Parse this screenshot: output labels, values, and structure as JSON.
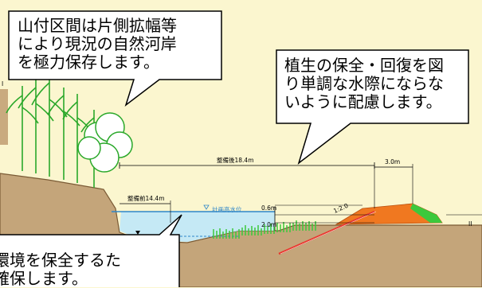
{
  "callouts": {
    "top_left": "山付区間は片側拡幅等\nにより現況の自然河岸\nを極力保存します。",
    "top_right": "植生の保全・回復を図\nり単調な水際にならな\nいように配慮します。",
    "bottom_left": "環境を保全するた\n確保します。"
  },
  "dimensions": {
    "after_width": "整備後18.4m",
    "before_width": "整備前14.4m",
    "levee_crown_width": "3.0m",
    "freeboard": "0.6m",
    "depth": "2.0m",
    "slope": "1:2.0",
    "design_water_level": "計画高水位",
    "section_mark_right": "II",
    "section_mark_left": "I"
  },
  "colors": {
    "background": "#fbf6cf",
    "existing_ground": "#c4a57a",
    "new_levee": "#f07820",
    "water": "#bfe8f8",
    "water_line": "#2e86c9",
    "vegetation": "#3cc83c",
    "revetment": "#e8392f"
  }
}
